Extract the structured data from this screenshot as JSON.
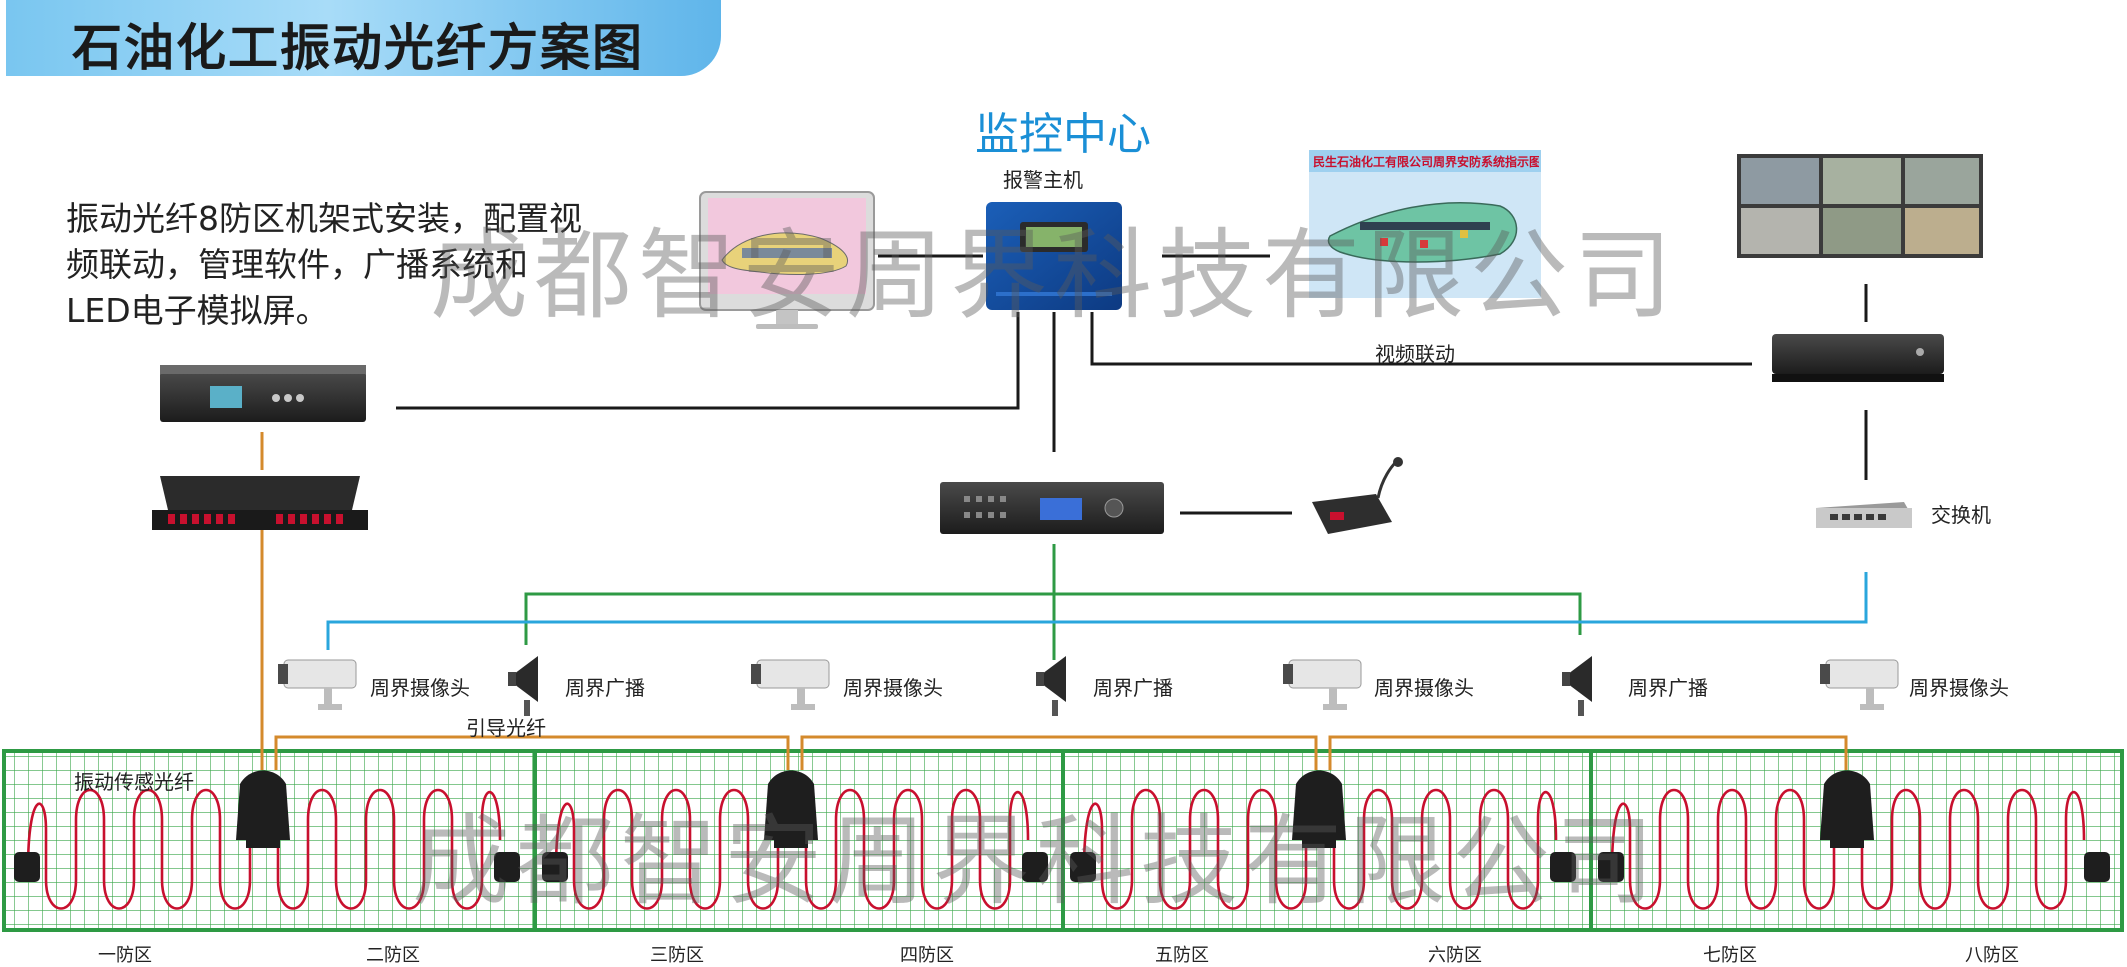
{
  "title": "石油化工振动光纤方案图",
  "center": {
    "title": "监控中心",
    "alarm_host": "报警主机"
  },
  "description": "振动光纤8防区机架式安装，配置视频联动，管理软件，广播系统和LED电子模拟屏。",
  "map_screen_title": "民生石油化工有限公司周界安防系统指示图",
  "labels": {
    "video_link": "视频联动",
    "switch": "交换机",
    "lead_fiber": "引导光纤",
    "sensing_fiber": "振动传感光纤",
    "camera": "周界摄像头",
    "broadcast": "周界广播"
  },
  "zones": [
    "一防区",
    "二防区",
    "三防区",
    "四防区",
    "五防区",
    "六防区",
    "七防区",
    "八防区"
  ],
  "watermark": "成都智安周界科技有限公司",
  "colors": {
    "accent_blue": "#1a8fd6",
    "fiber_orange": "#d48a2c",
    "net_green": "#2e9a44",
    "net_blue": "#2aa6dc",
    "grid_green": "#3aa64a",
    "sensing_red": "#c8102e"
  }
}
